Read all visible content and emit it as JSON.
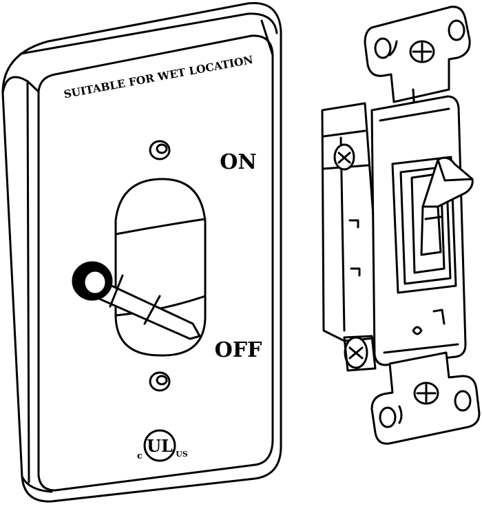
{
  "cover_plate": {
    "header_text": "SUITABLE FOR WET LOCATION",
    "on_label": "ON",
    "off_label": "OFF",
    "cert_mark": {
      "text": "UL",
      "left_letter": "c",
      "right_letter": "US"
    }
  },
  "colors": {
    "stroke": "#000000",
    "fill": "#ffffff",
    "shade": "#e6e6e6"
  }
}
